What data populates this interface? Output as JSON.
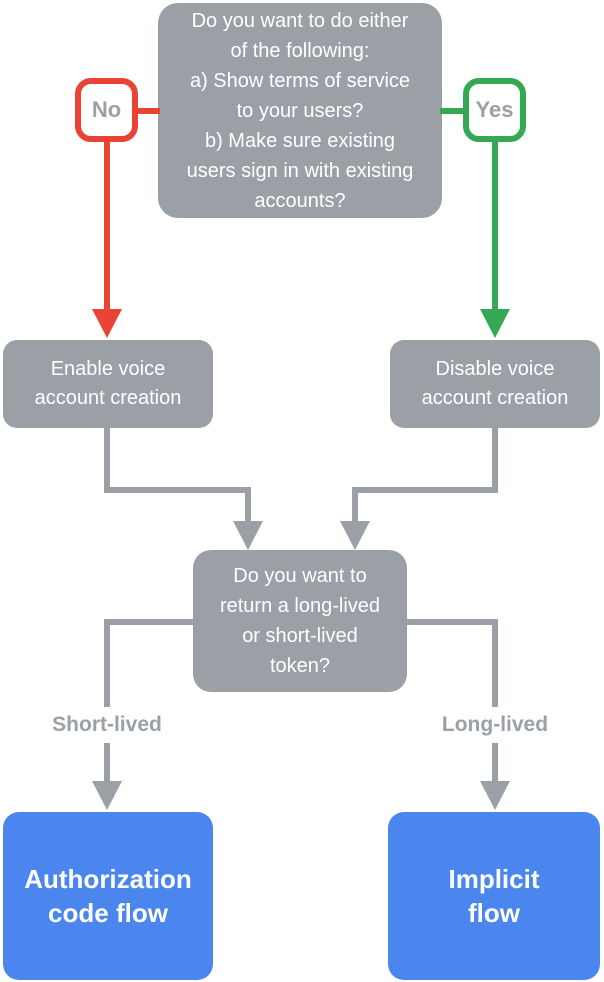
{
  "colors": {
    "gray": "#9AA0A6",
    "red": "#EA4335",
    "green": "#34A853",
    "blue": "#4A86EE",
    "box_text": "#FFFFFF",
    "label_text": "#9AA0A6"
  },
  "nodes": {
    "question_top": {
      "text": "Do you want to do either\nof the following:\na) Show terms of service\nto your users?\nb) Make sure existing\nusers sign in with existing\naccounts?"
    },
    "no_badge": {
      "label": "No"
    },
    "yes_badge": {
      "label": "Yes"
    },
    "enable_voice": {
      "text": "Enable voice\naccount creation"
    },
    "disable_voice": {
      "text": "Disable voice\naccount creation"
    },
    "question_token": {
      "text": "Do you want to\nreturn a long-lived\nor short-lived\ntoken?"
    },
    "short_lived_label": {
      "text": "Short-lived"
    },
    "long_lived_label": {
      "text": "Long-lived"
    },
    "auth_code_flow": {
      "text": "Authorization\ncode flow"
    },
    "implicit_flow": {
      "text": "Implicit\nflow"
    }
  }
}
